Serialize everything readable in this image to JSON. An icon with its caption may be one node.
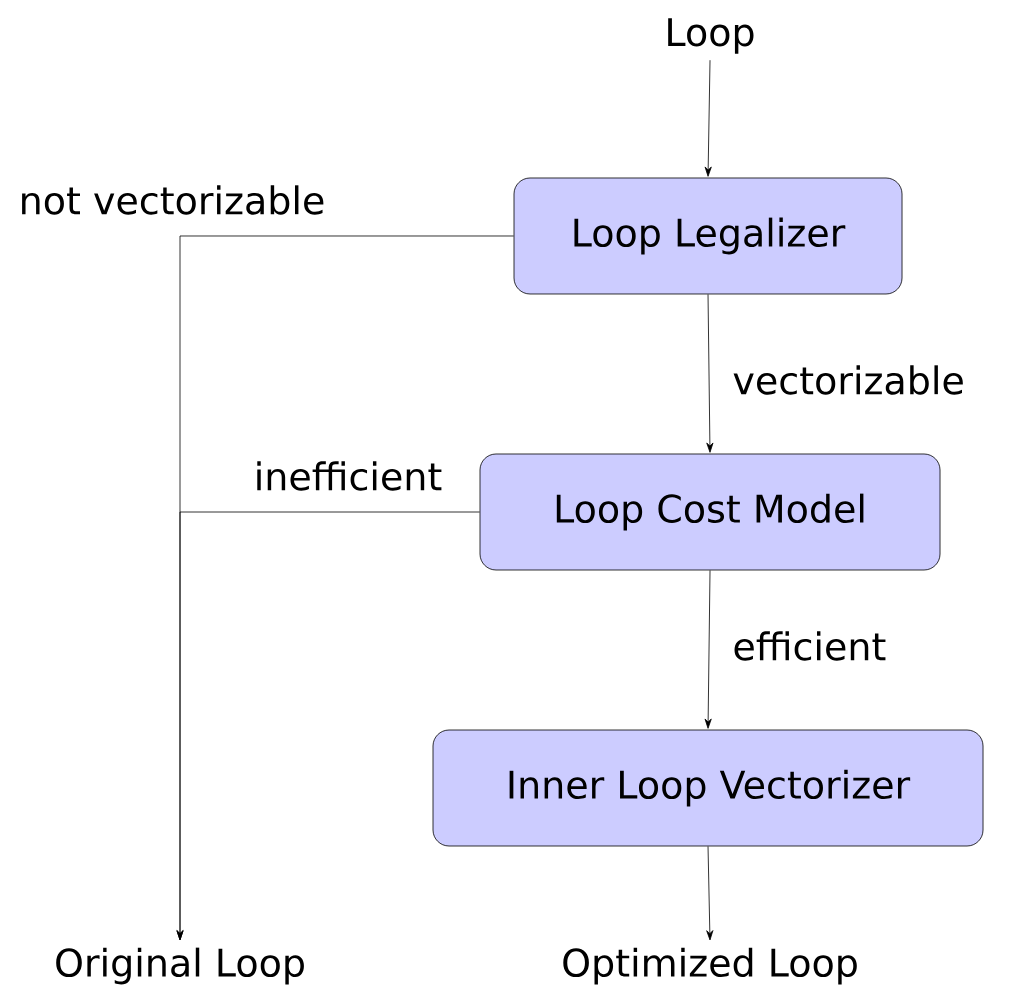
{
  "diagram": {
    "nodes": [
      {
        "text": [
          "Loop"
        ]
      },
      {
        "text": [
          "Loop Legalizer"
        ]
      },
      {
        "text": [
          "Loop Cost Model"
        ]
      },
      {
        "text": [
          "Inner Loop Vectorizer"
        ]
      },
      {
        "text": [
          "Original Loop"
        ]
      },
      {
        "text": [
          "Optimized Loop"
        ]
      }
    ],
    "edges": [
      {
        "from": 0,
        "to": 1,
        "arrow": "to"
      },
      {
        "from": 1,
        "to": 2,
        "arrow": "to",
        "label": "vectorizable"
      },
      {
        "from": 2,
        "to": 3,
        "arrow": "to",
        "label": "efficient"
      },
      {
        "from": 3,
        "to": 5,
        "arrow": "to"
      },
      {
        "from": 1,
        "to": 4,
        "arrow": "to",
        "label": "not vectorizable"
      },
      {
        "from": 2,
        "to": 4,
        "arrow": "to",
        "label": "inefficient"
      }
    ]
  }
}
